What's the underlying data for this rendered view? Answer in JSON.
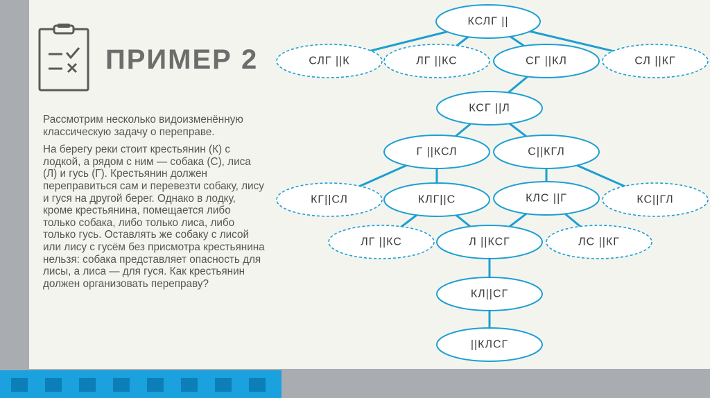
{
  "slide": {
    "title": "ПРИМЕР 2",
    "paragraphs": [
      "Рассмотрим несколько видоизменённую классическую задачу о переправе.",
      "На берегу реки стоит крестьянин (К) с лодкой, а рядом с ним — собака (С), лиса (Л) и гусь (Г). Крестьянин должен переправиться сам и перевезти собаку, лису и гуся на другой берег. Однако в лодку, кроме крестьянина, помещается либо только собака, либо только лиса, либо только гусь. Оставлять же собаку с лисой или лису с гусём без присмотра крестьянина нельзя: собака представляет опасность для лисы, а лиса — для гуся. Как крестьянин должен организовать переправу?"
    ]
  },
  "tree": {
    "nodes": [
      {
        "id": "n0",
        "label": "КСЛГ ||",
        "style": "solid"
      },
      {
        "id": "n1",
        "label": "СЛГ ||К",
        "style": "dashed"
      },
      {
        "id": "n2",
        "label": "ЛГ ||КС",
        "style": "dashed"
      },
      {
        "id": "n3",
        "label": "СГ ||КЛ",
        "style": "solid"
      },
      {
        "id": "n4",
        "label": "СЛ ||КГ",
        "style": "dashed"
      },
      {
        "id": "n5",
        "label": "КСГ ||Л",
        "style": "solid"
      },
      {
        "id": "n6",
        "label": "Г ||КСЛ",
        "style": "solid"
      },
      {
        "id": "n7",
        "label": "С||КГЛ",
        "style": "solid"
      },
      {
        "id": "n8",
        "label": "КГ||СЛ",
        "style": "dashed"
      },
      {
        "id": "n9",
        "label": "КЛГ||С",
        "style": "solid"
      },
      {
        "id": "n10",
        "label": "КЛС ||Г",
        "style": "solid"
      },
      {
        "id": "n11",
        "label": "КС||ГЛ",
        "style": "dashed"
      },
      {
        "id": "n12",
        "label": "ЛГ ||КС",
        "style": "dashed"
      },
      {
        "id": "n13",
        "label": "Л ||КСГ",
        "style": "solid"
      },
      {
        "id": "n14",
        "label": "ЛС ||КГ",
        "style": "dashed"
      },
      {
        "id": "n15",
        "label": "КЛ||СГ",
        "style": "solid"
      },
      {
        "id": "n16",
        "label": "||КЛСГ",
        "style": "solid"
      }
    ],
    "edges": [
      [
        "n0",
        "n1"
      ],
      [
        "n0",
        "n2"
      ],
      [
        "n0",
        "n3"
      ],
      [
        "n0",
        "n4"
      ],
      [
        "n3",
        "n5"
      ],
      [
        "n5",
        "n6"
      ],
      [
        "n5",
        "n7"
      ],
      [
        "n6",
        "n8"
      ],
      [
        "n6",
        "n9"
      ],
      [
        "n7",
        "n10"
      ],
      [
        "n7",
        "n11"
      ],
      [
        "n9",
        "n12"
      ],
      [
        "n9",
        "n13"
      ],
      [
        "n10",
        "n13"
      ],
      [
        "n10",
        "n14"
      ],
      [
        "n13",
        "n15"
      ],
      [
        "n15",
        "n16"
      ]
    ]
  },
  "colors": {
    "accent": "#1d9fd3",
    "film": "#1ba1dd",
    "film_square": "#0c7fb8",
    "sidebar": "#a9adb2",
    "slide_bg": "#f3f4ee",
    "title": "#6d6d6d",
    "text": "#565656"
  },
  "icons": {
    "checklist": "clipboard-checklist-icon"
  }
}
